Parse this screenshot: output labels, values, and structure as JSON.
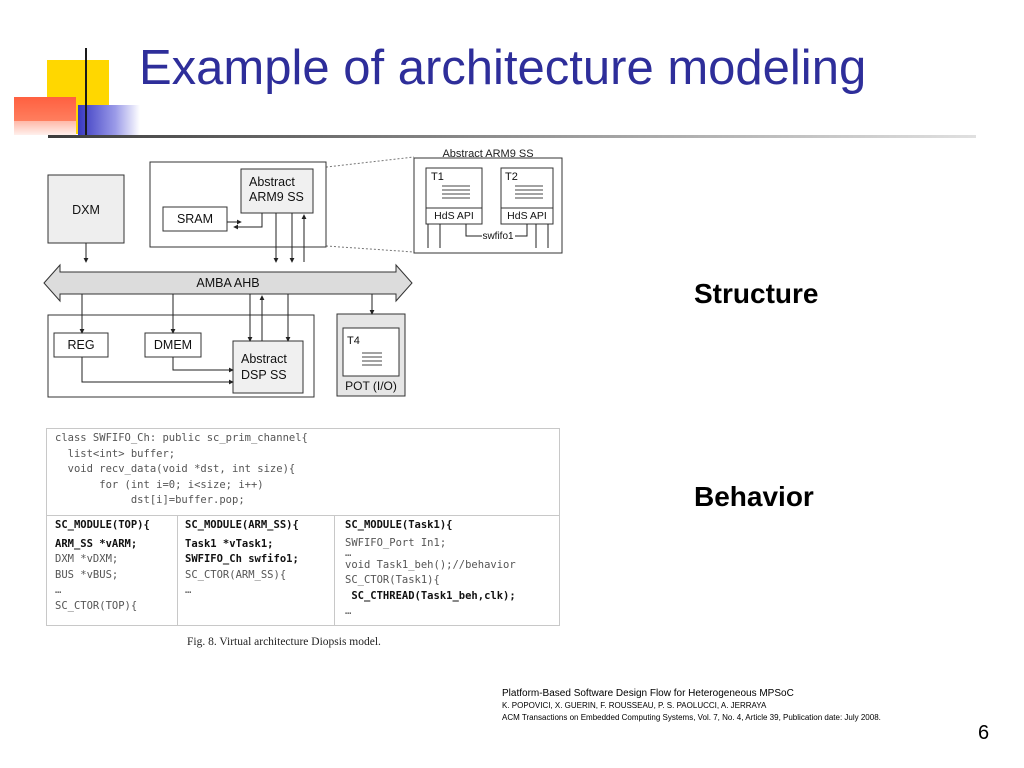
{
  "slide": {
    "title": "Example of architecture modeling",
    "page_number": "6"
  },
  "labels": {
    "structure": "Structure",
    "behavior": "Behavior"
  },
  "diagram": {
    "dxm": "DXM",
    "sram": "SRAM",
    "abstract_arm9_line1": "Abstract",
    "abstract_arm9_line2": "ARM9 SS",
    "abstract_arm9_ss_title": "Abstract ARM9 SS",
    "t1": "T1",
    "t2": "T2",
    "hds_api_1": "HdS API",
    "hds_api_2": "HdS API",
    "swfifo": "swfifo1",
    "amba": "AMBA AHB",
    "reg": "REG",
    "dmem": "DMEM",
    "abstract_dsp_line1": "Abstract",
    "abstract_dsp_line2": "DSP SS",
    "t4": "T4",
    "pot": "POT (I/O)"
  },
  "code": {
    "top": [
      "class SWFIFO_Ch: public sc_prim_channel{",
      "  list<int> buffer;",
      "  void recv_data(void *dst, int size){",
      "       for (int i=0; i<size; i++)",
      "            dst[i]=buffer.pop;"
    ],
    "col1": [
      "SC_MODULE(TOP){",
      "ARM_SS *vARM;",
      "DXM *vDXM;",
      "BUS *vBUS;",
      "…",
      "SC_CTOR(TOP){"
    ],
    "col2": [
      "SC_MODULE(ARM_SS){",
      "Task1 *vTask1;",
      "SWFIFO_Ch swfifo1;",
      "",
      "SC_CTOR(ARM_SS){",
      "…"
    ],
    "col3": [
      "SC_MODULE(Task1){",
      "SWFIFO_Port In1;",
      "…",
      "void Task1_beh();//behavior",
      "SC_CTOR(Task1){",
      " SC_CTHREAD(Task1_beh,clk);",
      "…"
    ]
  },
  "figure_caption": "Fig. 8.   Virtual architecture Diopsis model.",
  "citation": {
    "line1": "Platform-Based Software Design Flow for Heterogeneous MPSoC",
    "line2": "K. POPOVICI, X. GUERIN, F. ROUSSEAU, P. S. PAOLUCCI, A. JERRAYA",
    "line3": "ACM Transactions on Embedded Computing Systems, Vol. 7, No. 4, Article 39, Publication date: July 2008."
  },
  "colors": {
    "title": "#2e2e9a",
    "accent_yellow": "#ffd700",
    "accent_red": "#ff6040",
    "accent_blue": "#3838c0"
  }
}
